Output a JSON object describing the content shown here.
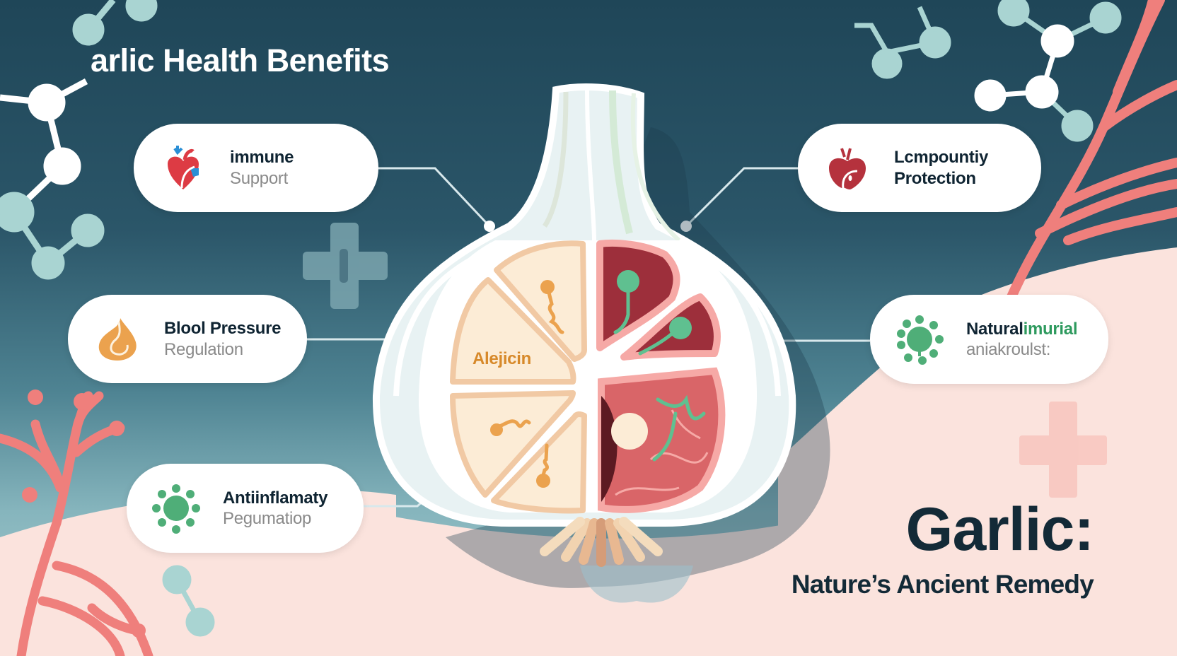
{
  "header": {
    "title": "arlic Health Benefits"
  },
  "cards": [
    {
      "id": "immune",
      "line1": "immune",
      "line2": "Support",
      "icon": "heart-anatomical-icon",
      "icon_color": "#dd3b44"
    },
    {
      "id": "lcmpountiy",
      "line1": "Lcmpountiy",
      "line2": "Protection",
      "icon": "heart-icon",
      "icon_color": "#b5323d"
    },
    {
      "id": "blood-pressure",
      "line1": "Blool Pressure",
      "line2": "Regulation",
      "icon": "blood-drop-icon",
      "icon_color": "#eba24e"
    },
    {
      "id": "natural",
      "line1_dark": "Natural",
      "line1_accent": "imurial",
      "line2": "aniakroulst:",
      "icon": "sun-cell-icon",
      "icon_color": "#4fae78"
    },
    {
      "id": "antiinflamaty",
      "line1": "Antiinflamaty",
      "line2": "Pegumatiop",
      "icon": "sun-cell-icon",
      "icon_color": "#4fae78"
    }
  ],
  "center": {
    "label": "Alejicin"
  },
  "footer": {
    "title": "Garlic:",
    "subtitle": "Nature’s Ancient Remedy"
  },
  "colors": {
    "background_dark": "#1f4658",
    "background_light": "#a9cdd0",
    "pink_bg": "#fbe3dd",
    "vein": "#ef7f7c",
    "molecule": "#a9d4d2",
    "clove_cream": "#fcecd6",
    "clove_border": "#f1c9a4",
    "flesh_dark": "#9d2f3b",
    "flesh_pink": "#f6a9a6",
    "accent_green": "#4fae78",
    "accent_orange": "#eba24e",
    "text_dark": "#132a37"
  }
}
